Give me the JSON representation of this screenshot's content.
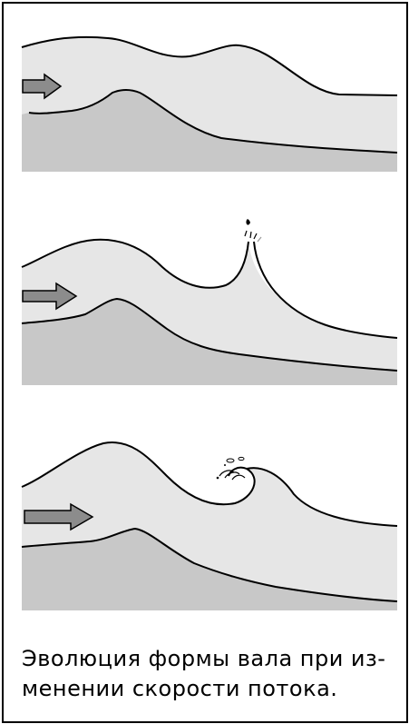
{
  "caption": {
    "line1": "Эволюция формы вала при из-",
    "line2": "менении скорости потока."
  },
  "colors": {
    "water": "#e6e6e6",
    "bed": "#c8c8c8",
    "arrow": "#8c8c8c",
    "outline": "#000000"
  },
  "stages": [
    {
      "stage": 1,
      "state": "smooth wave (gentle crest)"
    },
    {
      "stage": 2,
      "state": "steep peaked crest with spray"
    },
    {
      "stage": 3,
      "state": "breaking, curling crest"
    }
  ]
}
